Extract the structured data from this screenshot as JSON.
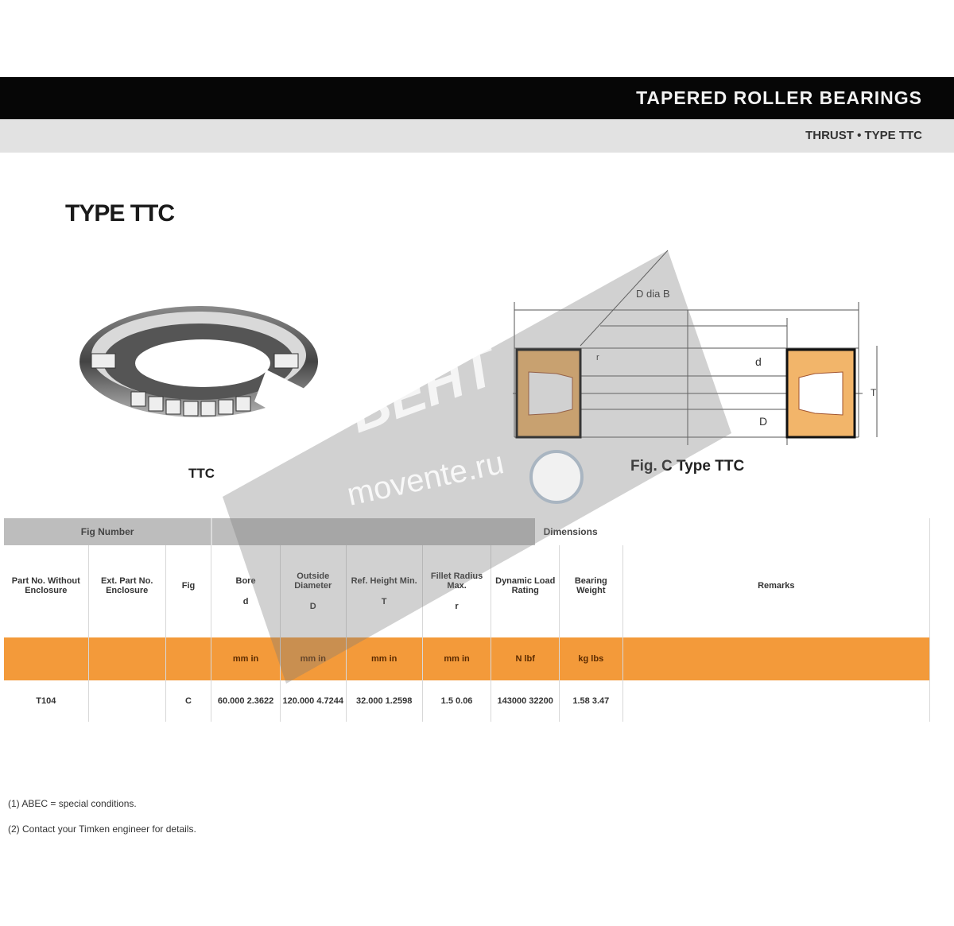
{
  "header": {
    "title": "TAPERED ROLLER BEARINGS",
    "subtitle": "THRUST • TYPE TTC"
  },
  "page_title": "TYPE TTC",
  "figures": {
    "photo_caption": "TTC",
    "drawing_caption": "Fig. C Type TTC",
    "drawing_dim_label": "D dia B",
    "drawing_labels": [
      "d",
      "D",
      "r",
      "T"
    ]
  },
  "table": {
    "groups": [
      "Fig Number",
      "Dimensions"
    ],
    "headers": [
      {
        "label": "Part No. Without Enclosure",
        "sym": ""
      },
      {
        "label": "Ext. Part No. Enclosure",
        "sym": ""
      },
      {
        "label": "Fig",
        "sym": ""
      },
      {
        "label": "Bore",
        "sym": "d"
      },
      {
        "label": "Outside Diameter",
        "sym": "D"
      },
      {
        "label": "Ref. Height Min.",
        "sym": "T"
      },
      {
        "label": "Fillet Radius Max.",
        "sym": "r"
      },
      {
        "label": "Dynamic Load Rating",
        "sym": ""
      },
      {
        "label": "Bearing Weight",
        "sym": ""
      },
      {
        "label": "Remarks",
        "sym": ""
      }
    ],
    "units": [
      "",
      "",
      "",
      "mm in",
      "mm in",
      "mm in",
      "mm in",
      "N lbf",
      "kg lbs",
      ""
    ],
    "rows": [
      [
        "T104",
        "",
        "C",
        "60.000 2.3622",
        "120.000 4.7244",
        "32.000 1.2598",
        "1.5 0.06",
        "143000 32200",
        "1.58 3.47",
        ""
      ]
    ]
  },
  "footnotes": [
    "(1) ABEC = special conditions.",
    "(2) Contact your Timken engineer for details."
  ],
  "watermark": {
    "logo_text": "BEHT",
    "site": "movente.ru"
  },
  "colors": {
    "accent": "#f39a3a",
    "header_bg": "#060606",
    "subheader_bg": "#e2e2e2",
    "group_bg": "#bdbdbd"
  }
}
